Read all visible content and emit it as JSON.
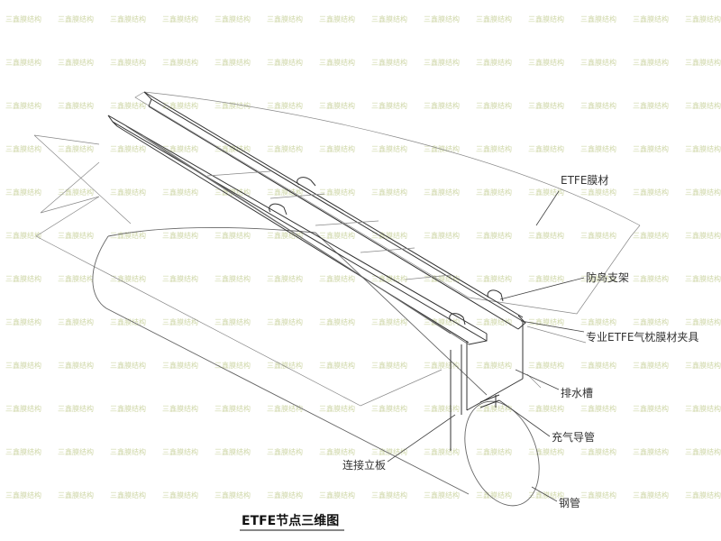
{
  "watermark": {
    "text": "三鑫膜结构",
    "color": "#cfd7a8"
  },
  "labels": {
    "etfe_membrane": "ETFE膜材",
    "bird_guard": "防鸟支架",
    "cushion_clamp": "专业ETFE气枕膜材夹具",
    "gutter": "排水槽",
    "inflation_pipe": "充气导管",
    "connecting_plate": "连接立板",
    "steel_pipe": "钢管"
  },
  "title": "ETFE节点三维图"
}
